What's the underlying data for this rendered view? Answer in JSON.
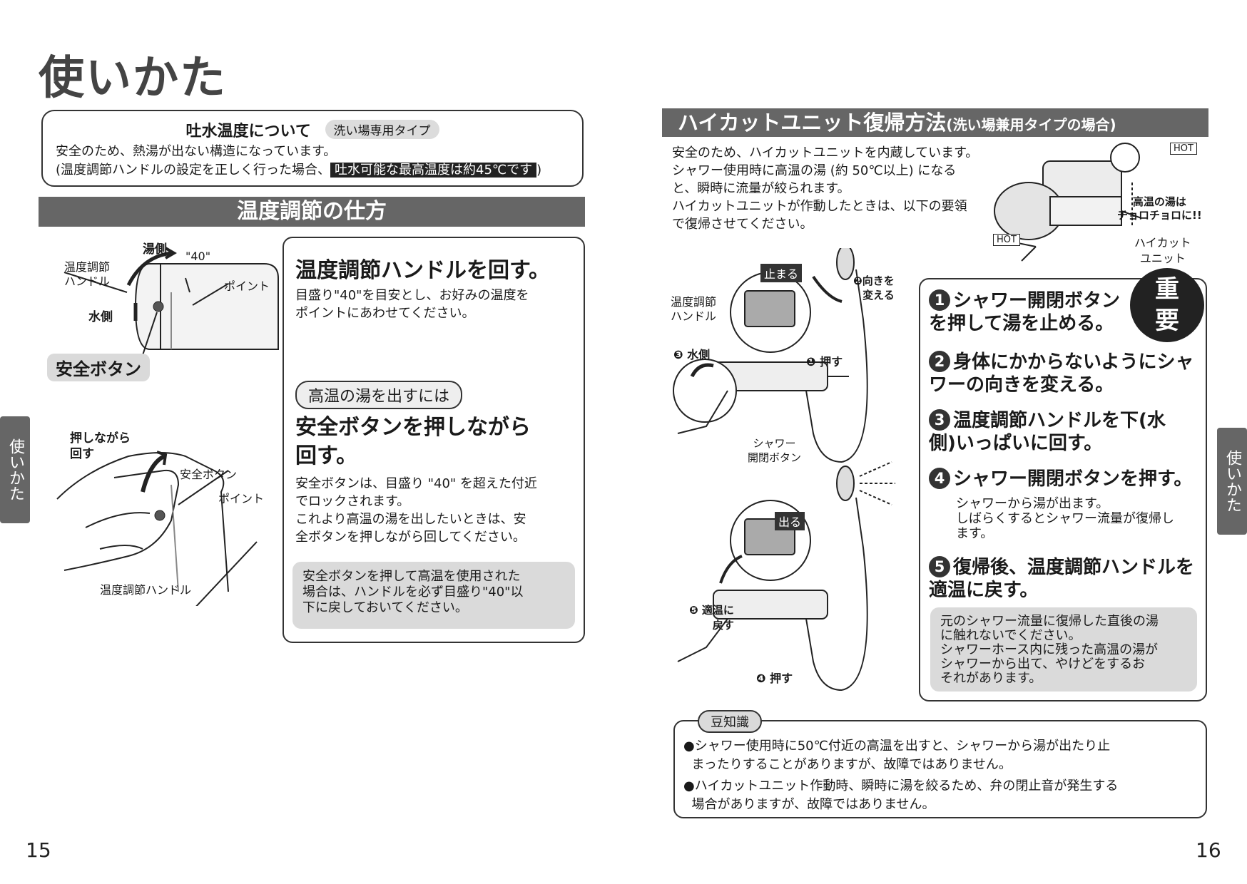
{
  "page_title": "使いかた",
  "discharge_temp": {
    "heading": "吐水温度について",
    "type_tag": "洗い場専用タイプ",
    "line1": "安全のため、熱湯が出ない構造になっています。",
    "line2_prefix": "(温度調節ハンドルの設定を正しく行った場合、",
    "line2_highlight": "吐水可能な最高温度は約45℃です",
    "line2_suffix": ")"
  },
  "left_section": {
    "title": "温度調節の仕方",
    "diagram1": {
      "hot_side": "湯側",
      "mark_40": "\"40\"",
      "handle_label": "温度調節\nハンドル",
      "point": "ポイント",
      "cold_side": "水側",
      "safety_button": "安全ボタン"
    },
    "diagram2": {
      "press_turn": "押しながら\n回す",
      "safety_button": "安全ボタン",
      "point": "ポイント",
      "handle_label": "温度調節ハンドル"
    },
    "panel": {
      "heading": "温度調節ハンドルを回す。",
      "desc": "目盛り\"40\"を目安とし、お好みの温度を\nポイントにあわせてください。",
      "hot_tag": "高温の湯を出すには",
      "hot_heading": "安全ボタンを押しながら\n回す。",
      "hot_desc": "安全ボタンは、目盛り \"40\" を超えた付近\nでロックされます。\nこれより高温の湯を出したいときは、安\n全ボタンを押しながら回してください。",
      "note": "安全ボタンを押して高温を使用された\n場合は、ハンドルを必ず目盛り\"40\"以\n下に戻しておいてください。"
    }
  },
  "side_tab_left": "使いかた",
  "side_tab_right": "使いかた",
  "right_section": {
    "title": "ハイカットユニット復帰方法",
    "title_sub": "(洗い場兼用タイプの場合)",
    "intro": "安全のため、ハイカットユニットを内蔵しています。\nシャワー使用時に高温の湯 (約 50℃以上) になる\nと、瞬時に流量が絞られます。\nハイカットユニットが作動したときは、以下の要領\nで復帰させてください。",
    "illus_top": {
      "hot1": "HOT",
      "hot2": "HOT",
      "trickle": "高温の湯は\nチョロチョロに!!",
      "unit": "ハイカット\nユニット"
    },
    "illus_steps": {
      "stop": "止まる",
      "turn": "❷向きを\n変える",
      "handle": "温度調節\nハンドル",
      "cold": "❸ 水側",
      "push1": "❶ 押す",
      "shower_btn": "シャワー\n開閉ボタン",
      "out": "出る",
      "return": "❺ 適温に\n戻す",
      "push4": "❹ 押す"
    },
    "important_badge": "重\n要",
    "steps": [
      {
        "n": "1",
        "text": "シャワー開閉ボタン\nを押して湯を止める。"
      },
      {
        "n": "2",
        "text": "身体にかからないようにシャ\nワーの向きを変える。"
      },
      {
        "n": "3",
        "text": "温度調節ハンドルを下(水\n側)いっぱいに回す。"
      },
      {
        "n": "4",
        "text": "シャワー開閉ボタンを押す。",
        "sub": "シャワーから湯が出ます。\nしばらくするとシャワー流量が復帰し\nます。"
      },
      {
        "n": "5",
        "text": "復帰後、温度調節ハンドルを\n適温に戻す。"
      }
    ],
    "caution": "元のシャワー流量に復帰した直後の湯\nに触れないでください。\nシャワーホース内に残った高温の湯が\nシャワーから出て、やけどをするお\nそれがあります。",
    "tips": {
      "tag": "豆知識",
      "item1": "●シャワー使用時に50℃付近の高温を出すと、シャワーから湯が出たり止\n  まったりすることがありますが、故障ではありません。",
      "item2": "●ハイカットユニット作動時、瞬時に湯を絞るため、弁の閉止音が発生する\n  場合がありますが、故障ではありません。"
    }
  },
  "page_left": "15",
  "page_right": "16"
}
